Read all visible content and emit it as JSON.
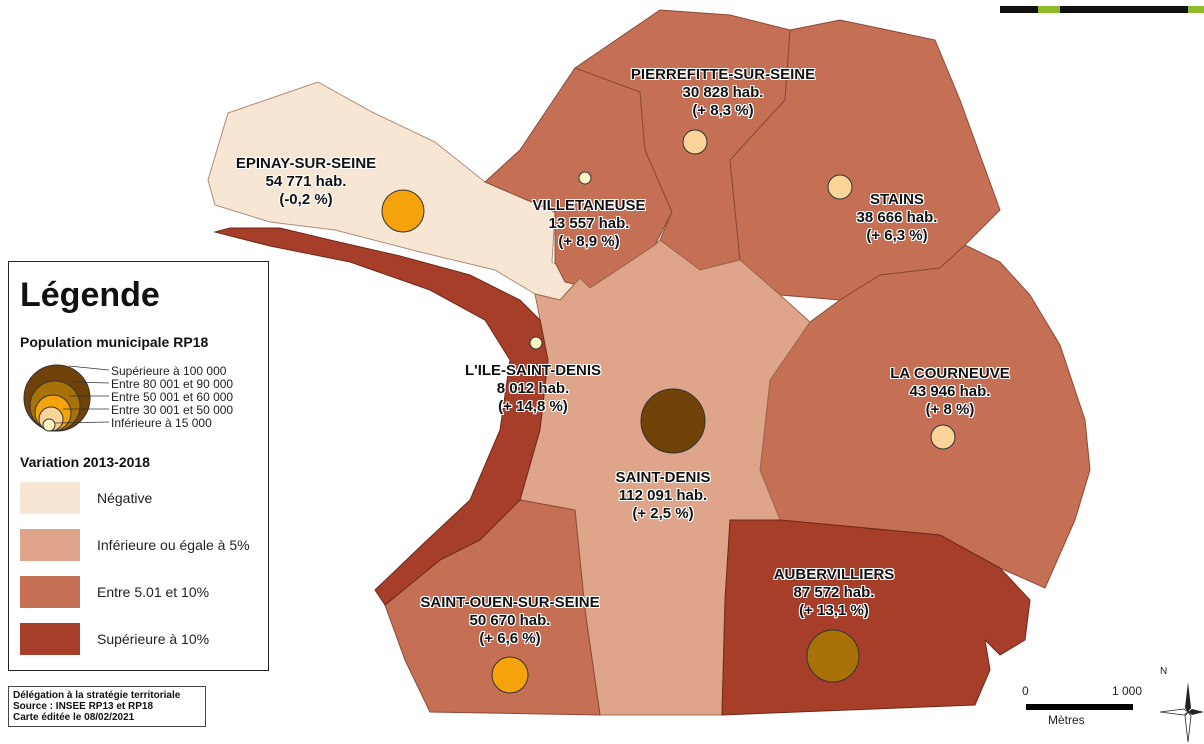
{
  "legend": {
    "title": "Légende",
    "population_heading": "Population municipale RP18",
    "size_classes": [
      "Supérieure à 100 000",
      "Entre 80 001 et 90 000",
      "Entre 50 001 et 60 000",
      "Entre 30 001 et 50 000",
      "Inférieure à 15 000"
    ],
    "variation_heading": "Variation 2013-2018",
    "variation_classes": [
      {
        "label": "Négative",
        "color": "#f7e6d4"
      },
      {
        "label": "Inférieure ou égale à 5%",
        "color": "#dfa58a"
      },
      {
        "label": "Entre 5.01 et 10%",
        "color": "#c56f55"
      },
      {
        "label": "Supérieure à 10%",
        "color": "#a63e2a"
      }
    ]
  },
  "communes": [
    {
      "name": "PIERREFITTE-SUR-SEINE",
      "population": "30 828 hab.",
      "variation": "(+ 8,3 %)"
    },
    {
      "name": "EPINAY-SUR-SEINE",
      "population": "54 771 hab.",
      "variation": "(-0,2 %)"
    },
    {
      "name": "VILLETANEUSE",
      "population": "13 557 hab.",
      "variation": "(+ 8,9 %)"
    },
    {
      "name": "STAINS",
      "population": "38 666 hab.",
      "variation": "(+ 6,3 %)"
    },
    {
      "name": "L'ILE-SAINT-DENIS",
      "population": "8 012 hab.",
      "variation": "(+ 14,8 %)"
    },
    {
      "name": "LA COURNEUVE",
      "population": "43 946 hab.",
      "variation": "(+ 8 %)"
    },
    {
      "name": "SAINT-DENIS",
      "population": "112 091 hab.",
      "variation": "(+ 2,5 %)"
    },
    {
      "name": "AUBERVILLIERS",
      "population": "87 572 hab.",
      "variation": "(+ 13,1 %)"
    },
    {
      "name": "SAINT-OUEN-SUR-SEINE",
      "population": "50 670 hab.",
      "variation": "(+ 6,6 %)"
    }
  ],
  "source": {
    "line1": "Délégation à la stratégie territoriale",
    "line2": "Source : INSEE RP13 et RP18",
    "line3": "Carte éditée le 08/02/2021"
  },
  "scale": {
    "start": "0",
    "end": "1 000",
    "unit": "Mètres"
  },
  "north": "N"
}
